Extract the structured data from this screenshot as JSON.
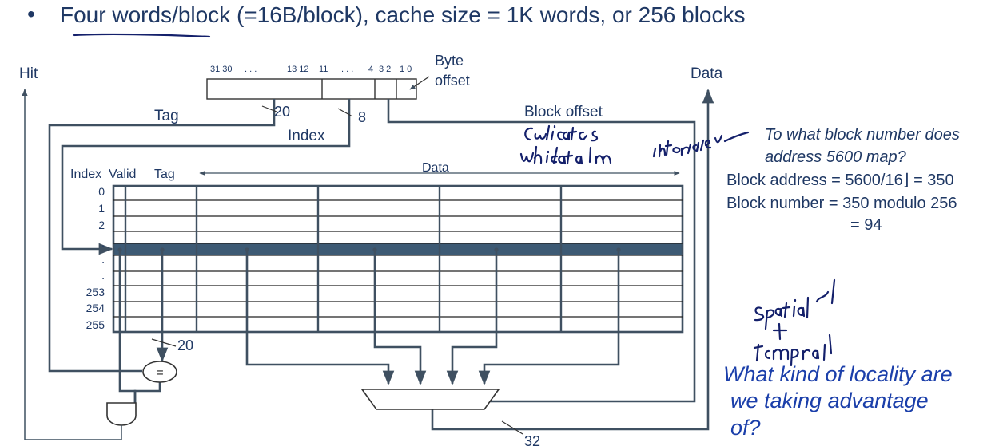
{
  "bullet": {
    "marker": "•",
    "text": "Four  words/block (=16B/block), cache size = 1K words, or 256 blocks"
  },
  "address": {
    "bit_labels": [
      "31 30",
      ". . .",
      "13 12",
      "11",
      ". . .",
      "4",
      "3 2",
      "1 0"
    ],
    "byte_offset": [
      "Byte",
      "offset"
    ]
  },
  "labels": {
    "hit": "Hit",
    "data_out": "Data",
    "tag": "Tag",
    "index": "Index",
    "block_offset": "Block offset",
    "tag_width": "20",
    "index_width": "8",
    "compare_width": "20",
    "mux_width": "32",
    "equals": "="
  },
  "cache_table": {
    "headers": {
      "index": "Index",
      "valid": "Valid",
      "tag": "Tag",
      "data": "Data"
    },
    "row_indices": [
      "0",
      "1",
      "2",
      ".",
      ".",
      ".",
      "253",
      "254",
      "255"
    ]
  },
  "question": {
    "line1": "To what block number does",
    "line2": "address 5600 map?",
    "block_address": "Block address = 5600/16⌋ = 350",
    "block_number": "Block number = 350 modulo 256",
    "result": "= 94"
  },
  "locality_question": [
    "What kind of locality are",
    "we taking advantage",
    "of?"
  ],
  "handwriting": {
    "note1": "indicates",
    "note2": "which data I am interested in",
    "note3": "spatial",
    "note4": "temporal"
  },
  "colors": {
    "text": "#1f3864",
    "wire": "#3f5061",
    "highlight_row": "#3d5a74",
    "question_text": "#1f3864",
    "locality_text": "#1b3faa",
    "ink": "#14206b"
  }
}
